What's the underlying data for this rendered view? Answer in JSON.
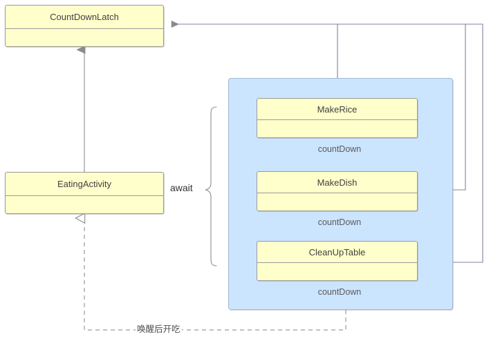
{
  "diagram": {
    "type": "uml-class-collaboration-diagram",
    "background": "#ffffff",
    "class_fill": "#ffffcc",
    "class_stroke": "#999999",
    "panel_fill": "#cce5ff",
    "panel_stroke": "#9fb8d0",
    "connector_color": "#808080",
    "awaited_connector_color": "#8080a0"
  },
  "classes": {
    "countdownlatch": {
      "name": "CountDownLatch"
    },
    "eatingactivity": {
      "name": "EatingActivity"
    },
    "makerice": {
      "name": "MakeRice"
    },
    "makedish": {
      "name": "MakeDish"
    },
    "cleanuptable": {
      "name": "CleanUpTable"
    }
  },
  "labels": {
    "await": "await",
    "countdown_rice": "countDown",
    "countdown_dish": "countDown",
    "countdown_clean": "countDown",
    "wake_up_note": "唤醒后开吃"
  },
  "connectors": [
    {
      "id": "eating-to-latch",
      "kind": "generalization",
      "style": "solid",
      "arrow": "filled-triangle",
      "from": "EatingActivity",
      "to": "CountDownLatch"
    },
    {
      "id": "makerice-to-latch",
      "kind": "countdown-call",
      "style": "solid",
      "arrow": "filled-arrow",
      "from": "MakeRice",
      "to": "CountDownLatch"
    },
    {
      "id": "makedish-to-latch",
      "kind": "countdown-call",
      "style": "solid",
      "arrow": "filled-arrow",
      "from": "MakeDish",
      "to": "CountDownLatch"
    },
    {
      "id": "cleanuptable-to-latch",
      "kind": "countdown-call",
      "style": "solid",
      "arrow": "filled-arrow",
      "from": "CleanUpTable",
      "to": "CountDownLatch"
    },
    {
      "id": "tasks-to-eating",
      "kind": "realization",
      "style": "dashed",
      "arrow": "open-triangle",
      "from": "task-panel",
      "to": "EatingActivity",
      "label": "唤醒后开吃"
    }
  ]
}
